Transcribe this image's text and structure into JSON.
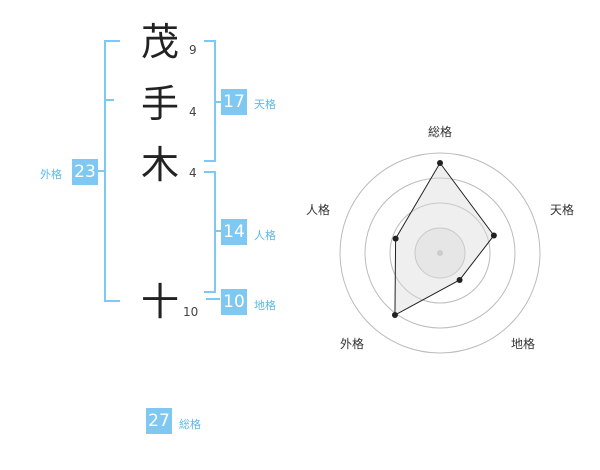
{
  "name": {
    "chars": [
      {
        "char": "茂",
        "strokes": "9"
      },
      {
        "char": "手",
        "strokes": "4"
      },
      {
        "char": "木",
        "strokes": "4"
      },
      {
        "char": "十",
        "strokes": "10"
      }
    ]
  },
  "kakusu": {
    "tenkaku": {
      "value": "17",
      "label": "天格"
    },
    "jinkaku": {
      "value": "14",
      "label": "人格"
    },
    "chikaku": {
      "value": "10",
      "label": "地格"
    },
    "gaikaku": {
      "value": "23",
      "label": "外格"
    },
    "soukaku": {
      "value": "27",
      "label": "総格"
    }
  },
  "colors": {
    "accent": "#7ec8f2",
    "label": "#5cb8ea"
  },
  "chart_data": {
    "type": "radar",
    "axes": [
      "総格",
      "天格",
      "地格",
      "外格",
      "人格"
    ],
    "values": [
      27,
      17,
      10,
      23,
      14
    ],
    "grid": true
  }
}
